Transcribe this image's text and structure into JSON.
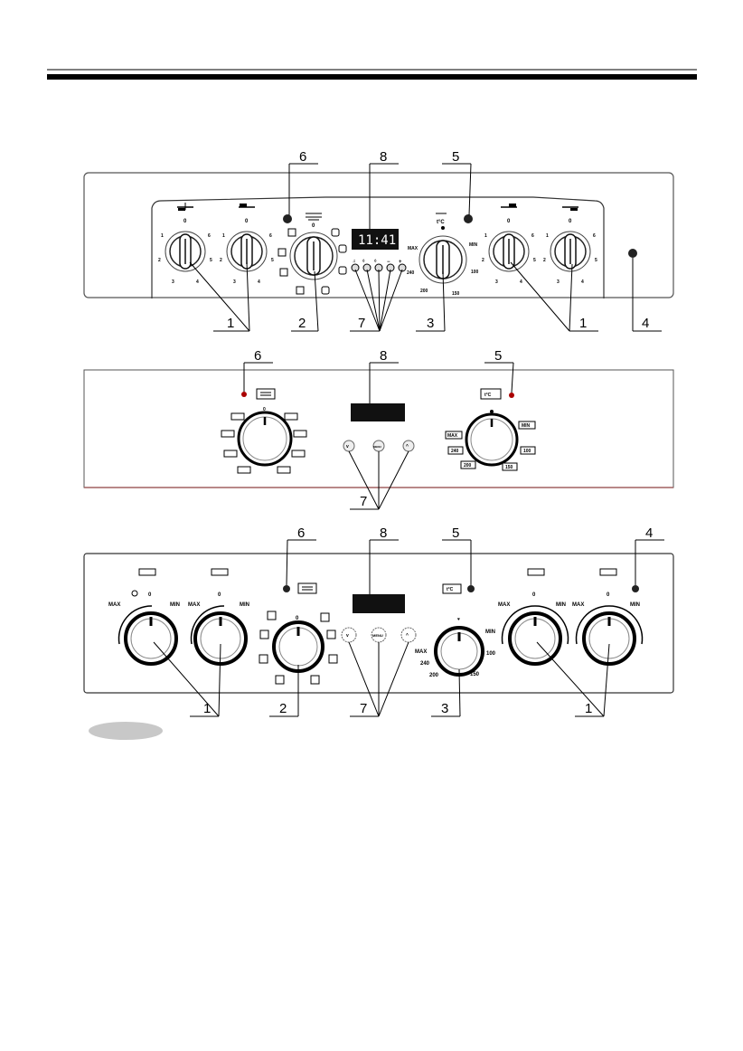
{
  "callouts": {
    "panel1": [
      "6",
      "8",
      "5",
      "1",
      "2",
      "7",
      "3",
      "1",
      "4"
    ],
    "panel2": [
      "6",
      "8",
      "5",
      "7"
    ],
    "panel3": [
      "6",
      "8",
      "5",
      "4",
      "1",
      "2",
      "7",
      "3",
      "1"
    ]
  },
  "panel1": {
    "display_time": "11:41",
    "temp_symbol": "t°C",
    "hob_knob_marks": {
      "top": "0",
      "a": "1",
      "b": "2",
      "c": "3",
      "d": "4",
      "e": "5",
      "f": "6"
    },
    "thermo_marks": {
      "max": "MAX",
      "min": "MIN",
      "t240": "240",
      "t200": "200",
      "t150": "150",
      "t100": "100"
    },
    "timer_signs": {
      "minus": "−",
      "plus": "+"
    }
  },
  "panel2": {
    "temp_symbol": "t°C",
    "selector_zero": "0",
    "thermo_marks": {
      "min": "MIN",
      "max": "MAX",
      "t240": "240",
      "t200": "200",
      "t150": "150",
      "t100": "100"
    },
    "menu_label": "MENU"
  },
  "panel3": {
    "temp_symbol": "t°C",
    "hob_max": "MAX",
    "hob_min": "MIN",
    "hob_zero": "0",
    "selector_zero": "0",
    "thermo_marks": {
      "max": "MAX",
      "min": "MIN",
      "t240": "240",
      "t200": "200",
      "t150": "150",
      "t100": "100"
    },
    "menu_label": "MENU"
  },
  "colors": {
    "display": "#111111",
    "line": "#000000",
    "badge": "#c8c8c8",
    "panel2_bottom": "#a06060"
  }
}
